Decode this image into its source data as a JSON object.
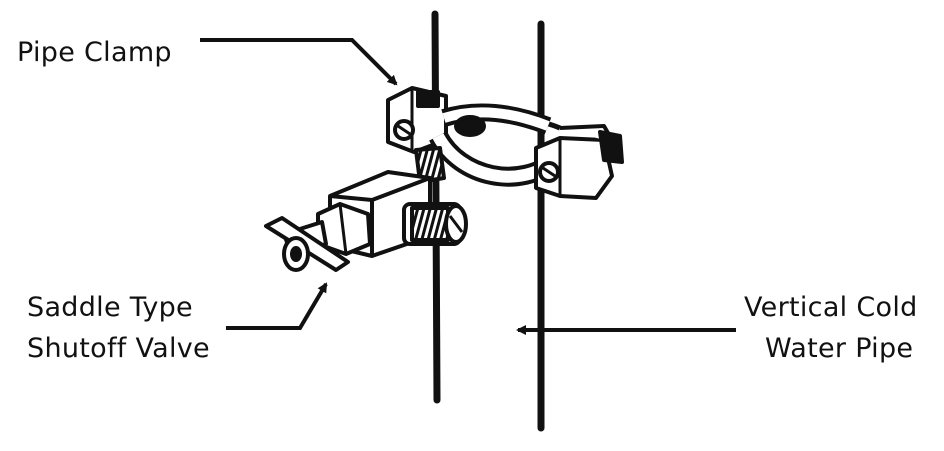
{
  "labels": {
    "pipe_clamp": "Pipe Clamp",
    "saddle_valve_line1": "Saddle Type",
    "saddle_valve_line2": "Shutoff Valve",
    "water_pipe_line1": "Vertical Cold",
    "water_pipe_line2": "Water Pipe"
  },
  "colors": {
    "ink": "#111111",
    "paper": "#ffffff"
  }
}
